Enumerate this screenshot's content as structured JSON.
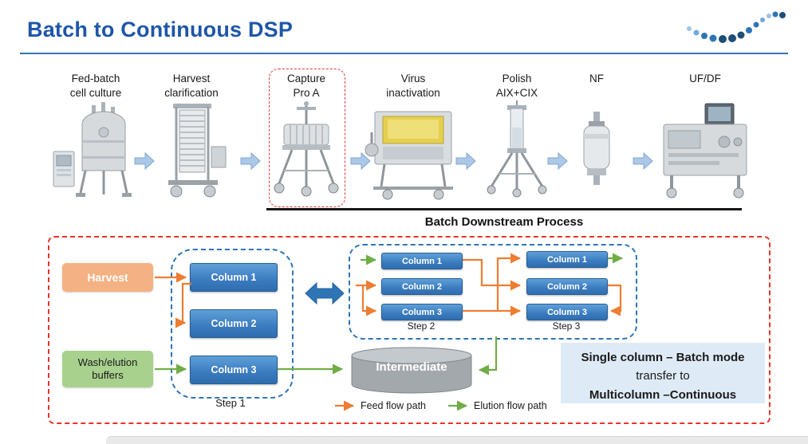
{
  "header": {
    "title": "Batch to Continuous DSP",
    "logo_icon": "dots-wave-logo"
  },
  "stages": [
    {
      "label": "Fed-batch\ncell culture",
      "icon": "bioreactor-image"
    },
    {
      "label": "Harvest\nclarification",
      "icon": "clarification-filter-stack-image"
    },
    {
      "label": "Capture\nPro A",
      "icon": "capture-column-skid-image",
      "highlighted": true
    },
    {
      "label": "Virus\ninactivation",
      "icon": "virus-inactivation-vessel-image"
    },
    {
      "label": "Polish\nAIX+CIX",
      "icon": "polish-chromatography-column-image"
    },
    {
      "label": "NF",
      "icon": "nf-filter-capsule-image"
    },
    {
      "label": "UF/DF",
      "icon": "ufdf-skid-image"
    }
  ],
  "batch_process_label": "Batch Downstream Process",
  "flow_diagram": {
    "harvest_label": "Harvest",
    "buffers_label": "Wash/elution\nbuffers",
    "step1": {
      "label": "Step 1",
      "columns": [
        "Column 1",
        "Column 2",
        "Column 3"
      ]
    },
    "step2": {
      "label": "Step 2",
      "columns": [
        "Column 1",
        "Column 2",
        "Column 3"
      ]
    },
    "step3": {
      "label": "Step 3",
      "columns": [
        "Column 1",
        "Column 2",
        "Column 3"
      ]
    },
    "intermediate_label": "Intermediate",
    "legend": {
      "feed": "Feed flow path",
      "elution": "Elution flow path"
    },
    "note": {
      "line1": "Single column – Batch mode",
      "line2": "transfer to",
      "line3": "Multicolumn –Continuous"
    }
  },
  "colors": {
    "title_blue": "#1E56A8",
    "accent_blue": "#2E75B6",
    "column_blue": "#3A7BBF",
    "harvest_orange": "#F4B183",
    "buffer_green": "#A9D18E",
    "feed_orange": "#ED7D31",
    "elution_green": "#70AD47",
    "note_bg": "#DEEBF7",
    "highlight_red": "#EA3227",
    "intermediate_gray": "#A6A6A6"
  }
}
